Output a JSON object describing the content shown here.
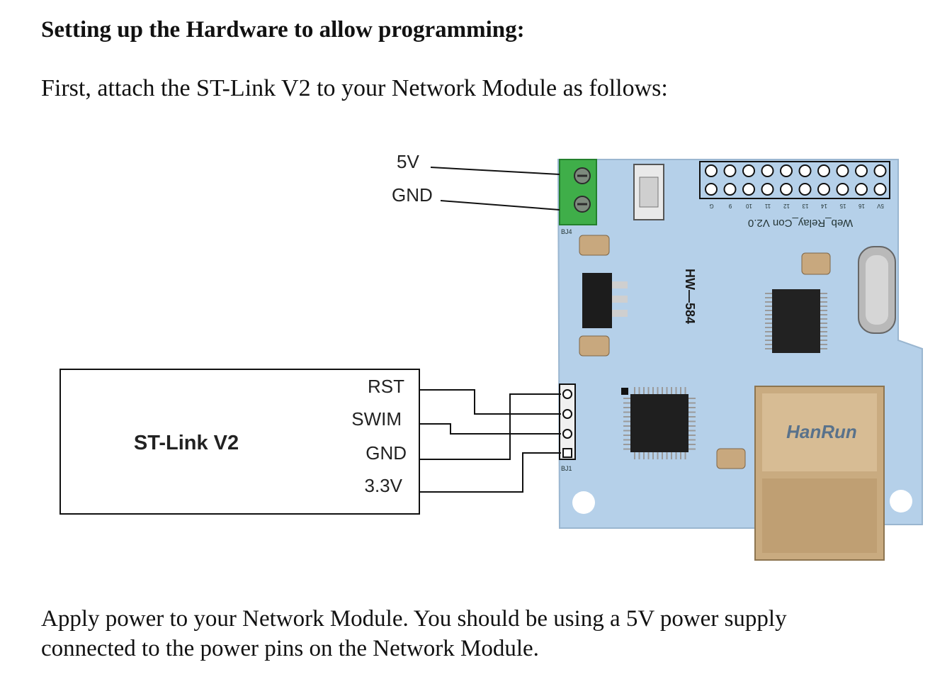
{
  "document": {
    "heading": "Setting up the Hardware to allow programming:",
    "intro": "First, attach the ST-Link V2 to your Network Module as follows:",
    "outro_line1": "Apply power to your Network Module. You should be using a 5V power supply",
    "outro_line2": "connected to the power pins on the Network Module."
  },
  "diagram": {
    "power_labels": {
      "v5": "5V",
      "gnd": "GND"
    },
    "stlink": {
      "name": "ST-Link V2",
      "pins": [
        "RST",
        "SWIM",
        "GND",
        "3.3V"
      ]
    },
    "board": {
      "model": "HW—584",
      "silkscreen": "Web_Relay_Con V2.0",
      "jack_brand": "HanRun",
      "pin_numbers": [
        "5V",
        "16",
        "15",
        "14",
        "13",
        "12",
        "11",
        "10",
        "9",
        "G"
      ],
      "terminal_label": "BJ4",
      "swim_header_label": "BJ1",
      "colors": {
        "pcb": "#b5d0e9",
        "terminal": "#3fae49",
        "jack": "#c9ab80",
        "chip": "#222222"
      }
    }
  }
}
